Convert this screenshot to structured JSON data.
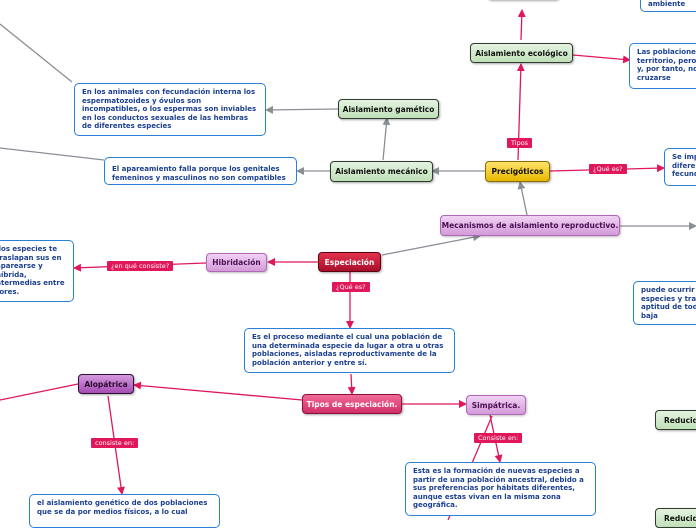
{
  "nodes": {
    "aislamiento_ecologico": "Aislamiento ecológico",
    "aislamiento_gametico": "Aislamiento gamético",
    "aislamiento_mecanico": "Aislamiento mecánico",
    "precigoticos": "Precigóticos",
    "mecanismos": "Mecanismos de aislamiento reproductivo.",
    "especiacion": "Especiación",
    "hibridacion": "Hibridación",
    "alopatrica": "Alopátrica",
    "tipos_especiacion": "Tipos de especiación.",
    "simpatrica": "Simpátrica.",
    "reduccion_1": "Reducida",
    "reduccion_2": "Reducida"
  },
  "notes": {
    "ambiente": "ambiente",
    "poblaciones": "Las poblaciones territorio, pero y, por tanto, no cruzarse",
    "fecundacion": "En los animales con fecundación interna los espermatozoides y óvulos son incompatibles, o los espermas son inviables en los conductos sexuales de las hembras de diferentes especies",
    "apareamiento": "El apareamiento falla porque los genitales femeninos y masculinos no son compatibles",
    "se_impide": "Se imp difere fecund",
    "dos_especies": "dos especies te traslapan sus en aparearse y híbrida, ntermedias entre tores.",
    "puede_ocurrir": "puede ocurrir especies y tra aptitud de tod baja",
    "proceso": "Es el proceso mediante el cual una población de una determinada especie da lugar a otra u otras poblaciones, aisladas reproductivamente de la población anterior y entre sí.",
    "formacion": "Esta es la formación de nuevas especies a partir de una población ancestral, debido a sus preferencias por hábitats diferentes, aunque estas vivan en la misma zona geográfica.",
    "aislamiento_genetico": "el aislamiento genético de dos poblaciones que se da por medios físicos, a lo cual"
  },
  "tags": {
    "tipos": "Tipos",
    "que_es_1": "¿Qué es?",
    "en_que_consiste": "¿en qué consiste?",
    "que_es_2": "¿Qué es?",
    "consiste_en_1": "consiste en:",
    "consiste_en_2": "Consiste en:"
  },
  "colors": {
    "connector_pink": "#e0185a",
    "connector_gray": "#8a8f96",
    "note_border": "#2a7fd6"
  }
}
